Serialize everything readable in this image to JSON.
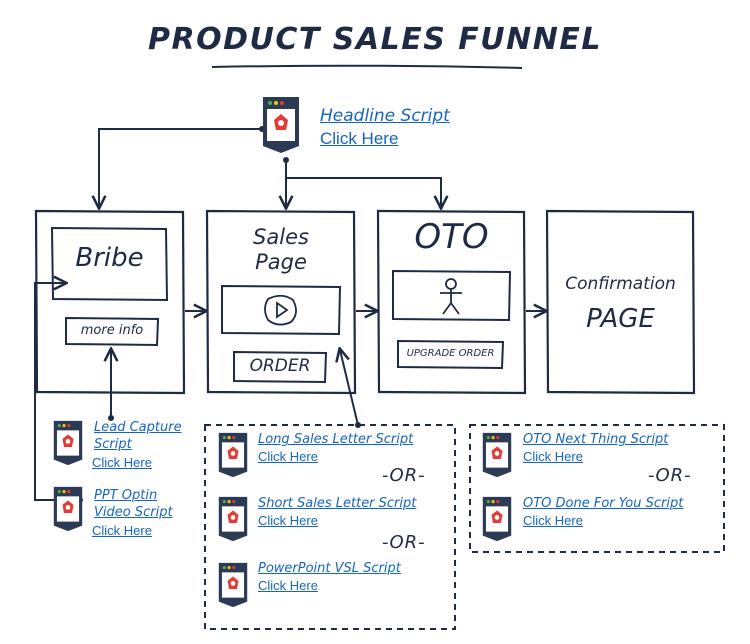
{
  "title": "PRODUCT SALES FUNNEL",
  "headline": {
    "title": "Headline Script",
    "click": "Click Here"
  },
  "stages": {
    "bribe": {
      "title": "Bribe",
      "button": "more info"
    },
    "sales": {
      "title_line1": "Sales",
      "title_line2": "Page",
      "button": "ORDER"
    },
    "oto": {
      "title": "OTO",
      "button": "UPGRADE ORDER"
    },
    "confirmation": {
      "line1": "Confirmation",
      "line2": "PAGE"
    }
  },
  "left_scripts": [
    {
      "title_line1": "Lead Capture",
      "title_line2": "Script",
      "click": "Click Here"
    },
    {
      "title_line1": "PPT Optin",
      "title_line2": "Video Script",
      "click": "Click Here"
    }
  ],
  "sales_scripts": [
    {
      "title": "Long Sales Letter Script",
      "click": "Click Here"
    },
    {
      "title": "Short Sales Letter Script",
      "click": "Click Here"
    },
    {
      "title": "PowerPoint VSL Script",
      "click": "Click Here"
    }
  ],
  "oto_scripts": [
    {
      "title": "OTO Next Thing Script",
      "click": "Click Here"
    },
    {
      "title": "OTO Done For You Script",
      "click": "Click Here"
    }
  ],
  "or_label": "-OR-",
  "icon_name": "script-document-icon",
  "colors": {
    "ink": "#1f2a44",
    "link": "#1565c0",
    "icon_bg": "#2b3a55",
    "icon_accent": "#e53935"
  }
}
